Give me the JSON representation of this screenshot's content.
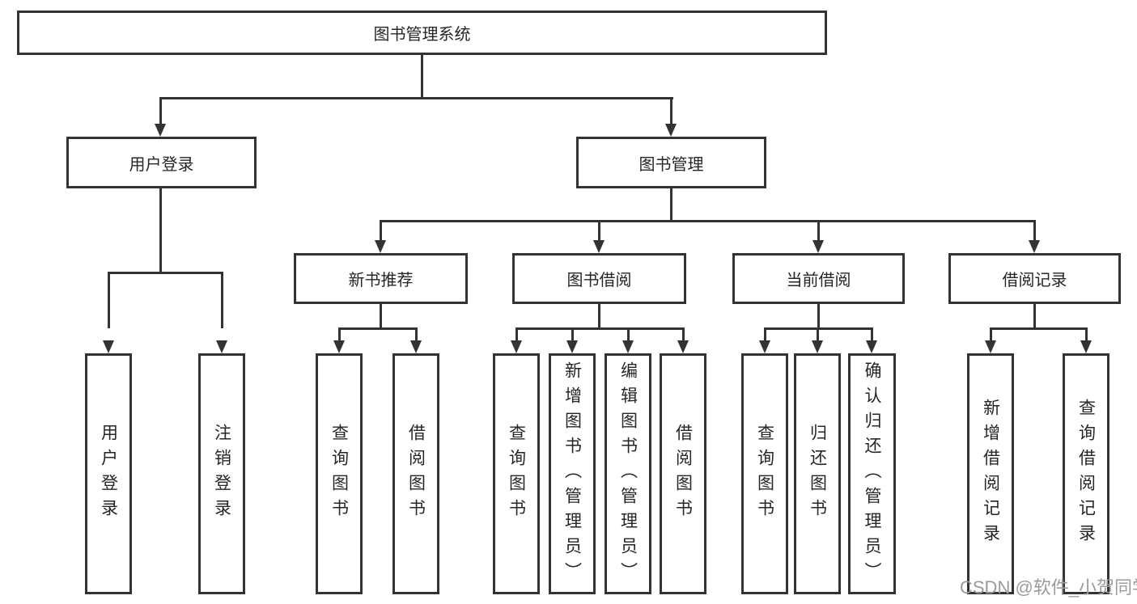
{
  "diagram": {
    "root": {
      "label": "图书管理系统"
    },
    "level2": {
      "user_login": {
        "label": "用户登录",
        "children": [
          "用户登录",
          "注销登录"
        ]
      },
      "book_management": {
        "label": "图书管理",
        "sections": {
          "new_book_recommend": {
            "label": "新书推荐",
            "children": [
              "查询图书",
              "借阅图书"
            ]
          },
          "book_borrowing": {
            "label": "图书借阅",
            "children": [
              "查询图书",
              "新增图书（管理员）",
              "编辑图书（管理员）",
              "借阅图书"
            ]
          },
          "current_borrowing": {
            "label": "当前借阅",
            "children": [
              "查询图书",
              "归还图书",
              "确认归还（管理员）"
            ]
          },
          "borrowing_records": {
            "label": "借阅记录",
            "children": [
              "新增借阅记录",
              "查询借阅记录"
            ]
          }
        }
      }
    }
  },
  "watermark": {
    "text": "CSDN @软件_小贺同学"
  },
  "colors": {
    "line": "#333333",
    "text": "#262626",
    "watermark": "#9b9b9b",
    "background": "#ffffff"
  }
}
